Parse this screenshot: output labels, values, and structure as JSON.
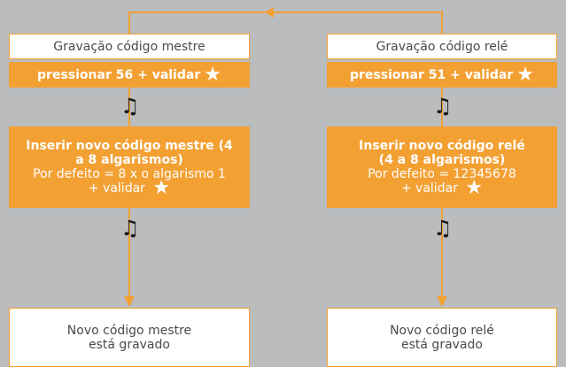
{
  "diagram": {
    "left": {
      "header": "Gravação código mestre",
      "step1": "pressionar 56 + validar",
      "step2_line1": "Inserir novo código mestre (4",
      "step2_line2": "a 8 algarismos)",
      "step2_line3": "Por defeito = 8 x o algarismo 1",
      "step2_line4": "+ validar",
      "result_line1": "Novo código mestre",
      "result_line2": "está gravado"
    },
    "right": {
      "header": "Gravação código relé",
      "step1": "pressionar 51 + validar",
      "step2_line1": "Inserir novo código relé",
      "step2_line2": "(4 a 8 algarismos)",
      "step2_line3": "Por defeito = 12345678",
      "step2_line4": "+ validar",
      "result_line1": "Novo código relé",
      "result_line2": "está gravado"
    },
    "icons": {
      "validate": "star-icon",
      "confirmation_tone": "music-note-icon"
    },
    "colors": {
      "background": "#babcbe",
      "accent": "#f3a033",
      "box": "#ffffff",
      "text": "#4a4a4a"
    }
  }
}
